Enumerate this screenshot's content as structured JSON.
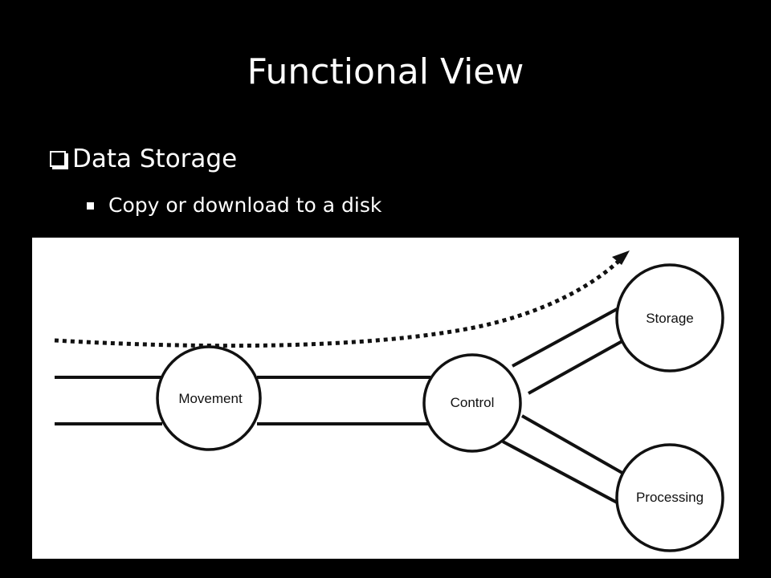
{
  "slide": {
    "title": "Functional View",
    "bullet_level1": "Data Storage",
    "bullet_level2": "Copy or download to a disk"
  },
  "diagram": {
    "nodes": [
      {
        "id": "movement",
        "label": "Movement"
      },
      {
        "id": "control",
        "label": "Control"
      },
      {
        "id": "storage",
        "label": "Storage"
      },
      {
        "id": "processing",
        "label": "Processing"
      }
    ],
    "colors": {
      "background": "#ffffff",
      "stroke": "#111111"
    }
  }
}
